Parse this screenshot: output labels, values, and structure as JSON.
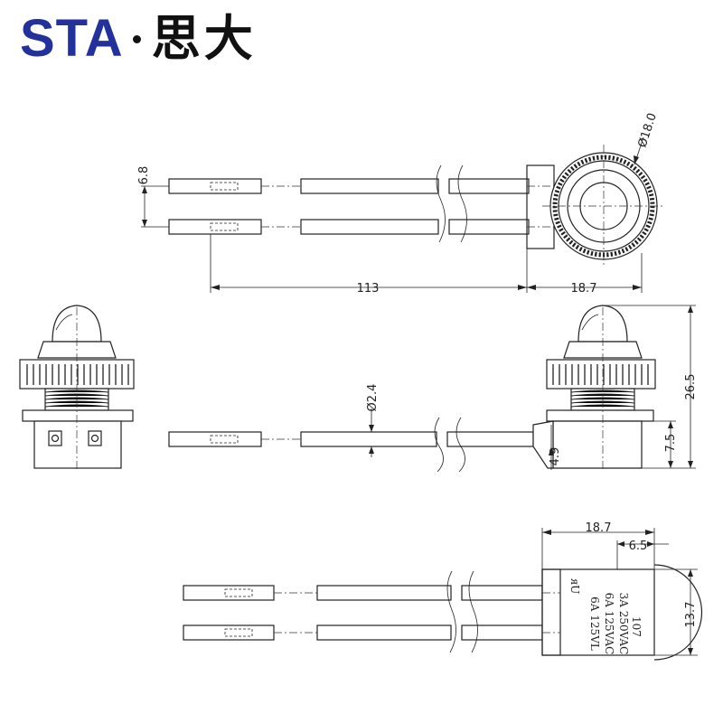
{
  "logo": {
    "latin": "STA",
    "cjk": "思大",
    "color": "#22329a"
  },
  "dimensions": {
    "pin_spacing": "6.8",
    "head_diameter": "Ø18.0",
    "wire_length": "113",
    "body_length_top": "18.7",
    "wire_diameter": "Ø2.4",
    "total_height": "26.5",
    "bracket_height": "7.5",
    "wire_offset": "4.9",
    "body_length_bottom": "18.7",
    "tab_width": "6.5",
    "body_width": "13.7"
  },
  "rating_label": {
    "line1": "3A 250VAC",
    "line2": "6A 125VAC",
    "line3": "6A 125VL",
    "mark": "ᴙU",
    "code": "107"
  }
}
